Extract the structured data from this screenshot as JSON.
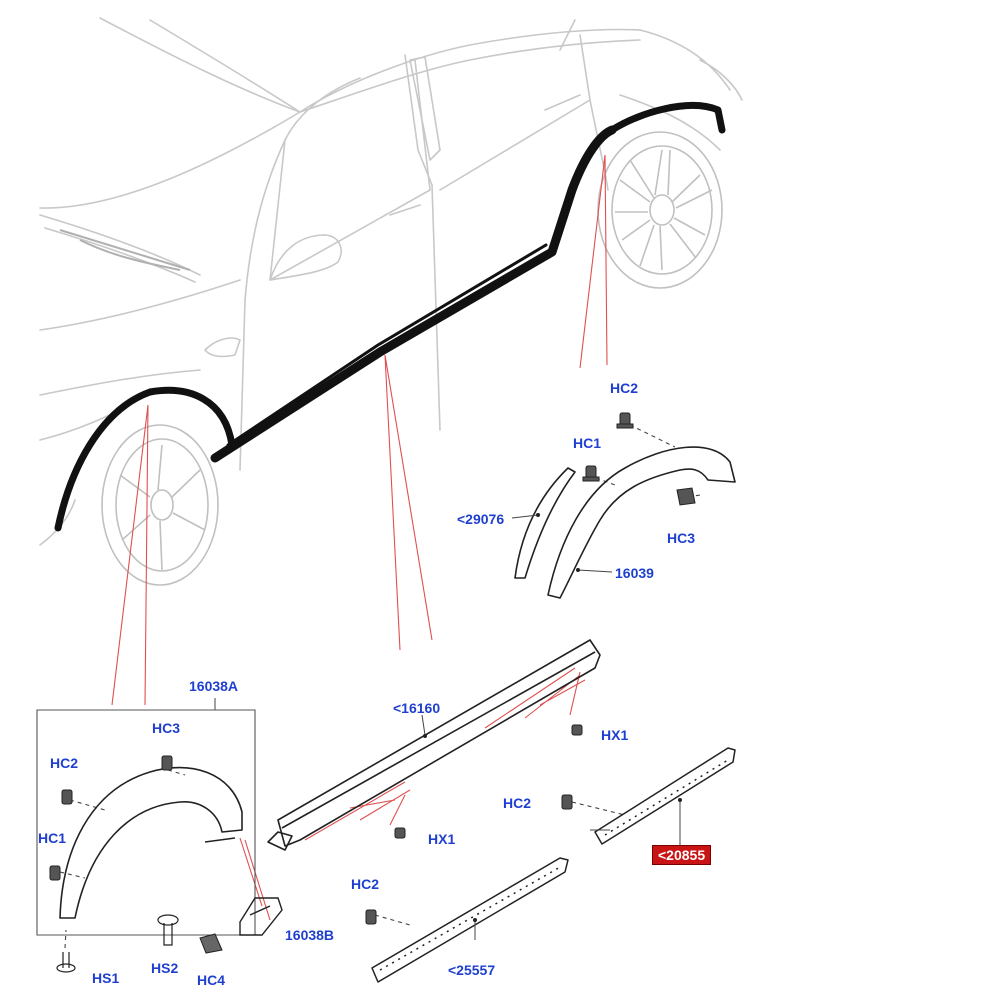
{
  "colors": {
    "label": "#1f3fcf",
    "highlight_bg": "#c81414",
    "highlight_text": "#ffffff",
    "leader": "#e05050",
    "outline": "#c8c8c8",
    "part": "#222222"
  },
  "labels": {
    "p16038A": "16038A",
    "p16038B": "16038B",
    "p16039": "16039",
    "p29076": "<29076",
    "p16160": "<16160",
    "p25557": "<25557",
    "p20855": "<20855",
    "hc1_rear": "HC1",
    "hc2_rear": "HC2",
    "hc3_rear": "HC3",
    "hc1_front": "HC1",
    "hc2_front": "HC2",
    "hc3_front": "HC3",
    "hc4_front": "HC4",
    "hs1": "HS1",
    "hs2": "HS2",
    "hx1_upper": "HX1",
    "hx1_lower": "HX1",
    "hc2_sill": "HC2",
    "hc2_lower": "HC2"
  }
}
